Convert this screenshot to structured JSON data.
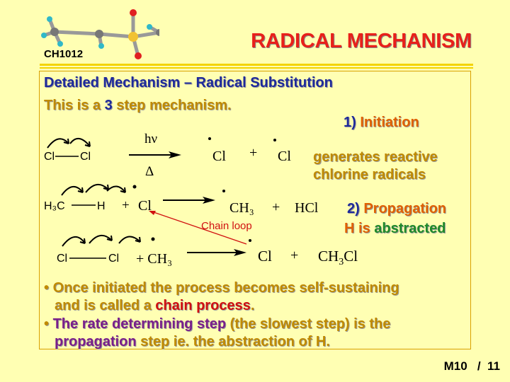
{
  "header": {
    "course_code": "CH1012",
    "title": "RADICAL MECHANISM"
  },
  "content": {
    "subtitle": "Detailed Mechanism – Radical Substitution",
    "intro": {
      "a": "This is a ",
      "b": "3",
      "c": " step mechanism."
    },
    "initiation": {
      "label_num": "1) ",
      "label": "Initiation",
      "reactant_left": "Cl",
      "reactant_right": "Cl",
      "condition_top": "hν",
      "condition_bottom": "Δ",
      "product_a": "Cl",
      "plus": "+",
      "product_b": "Cl",
      "note_line1": "generates reactive",
      "note_line2": "chlorine radicals"
    },
    "propagation": {
      "label_num": "2) ",
      "label": "Propagation",
      "h_is": "H is ",
      "abstracted": "abstracted",
      "step1": {
        "h3c": "H₃C",
        "h": "H",
        "plus": "+",
        "cl": "Cl",
        "ch3": "CH₃",
        "plus2": "+",
        "hcl": "HCl"
      },
      "chain_loop": "Chain loop",
      "step2": {
        "cl_left": "Cl",
        "cl_right": "Cl",
        "plus": "+",
        "ch3": "CH₃",
        "prod_cl": "Cl",
        "plus2": "+",
        "ch3cl_a": "CH",
        "ch3cl_sub": "3",
        "ch3cl_b": "Cl"
      }
    },
    "bullets": [
      {
        "a": "Once initiated the process becomes self-sustaining",
        "b": "and is called a ",
        "c": "chain process",
        "d": "."
      },
      {
        "a": "The ",
        "b": "rate determining step",
        "c": " (the slowest step) is the",
        "d": "propagation",
        "e": " step ie. the abstraction of H."
      }
    ]
  },
  "footer": {
    "slide": "M10   /  11"
  },
  "colors": {
    "background": "#FFFFB3",
    "title_red": "#E8201A",
    "navy": "#1E2A9A",
    "gold": "#C08A00",
    "orange": "#E06000",
    "purple": "#7A1F8A",
    "green": "#1F8A2A",
    "red": "#D01010"
  }
}
